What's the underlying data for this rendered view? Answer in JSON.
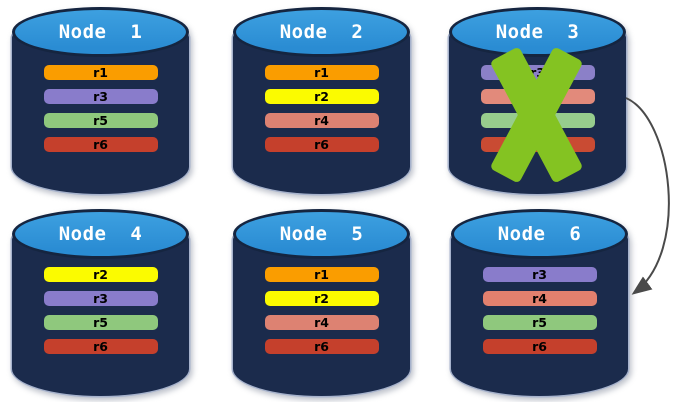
{
  "diagram": {
    "name": "replicated-database-node-failure-diagram",
    "nodes": [
      {
        "label": "Node  1",
        "failed": false,
        "replicas": [
          {
            "label": "r1",
            "color": "#FA9D00"
          },
          {
            "label": "r3",
            "color": "#897CCB"
          },
          {
            "label": "r5",
            "color": "#8FC87D"
          },
          {
            "label": "r6",
            "color": "#C5402C"
          }
        ]
      },
      {
        "label": "Node  2",
        "failed": false,
        "replicas": [
          {
            "label": "r1",
            "color": "#FA9D00"
          },
          {
            "label": "r2",
            "color": "#FBFB00"
          },
          {
            "label": "r4",
            "color": "#DD8272"
          },
          {
            "label": "r6",
            "color": "#C5402C"
          }
        ]
      },
      {
        "label": "Node  3",
        "failed": true,
        "replicas": [
          {
            "label": "r3",
            "color": "#8B80C8"
          },
          {
            "label": "r4",
            "color": "#E28A7B"
          },
          {
            "label": "r5",
            "color": "#97CD8D"
          },
          {
            "label": "r6",
            "color": "#C94B33"
          }
        ]
      },
      {
        "label": "Node  4",
        "failed": false,
        "replicas": [
          {
            "label": "r2",
            "color": "#FBFB00"
          },
          {
            "label": "r3",
            "color": "#897CCB"
          },
          {
            "label": "r5",
            "color": "#8FC87D"
          },
          {
            "label": "r6",
            "color": "#C5402C"
          }
        ]
      },
      {
        "label": "Node  5",
        "failed": false,
        "replicas": [
          {
            "label": "r1",
            "color": "#FA9D00"
          },
          {
            "label": "r2",
            "color": "#FBFB00"
          },
          {
            "label": "r4",
            "color": "#DD8272"
          },
          {
            "label": "r6",
            "color": "#C5402C"
          }
        ]
      },
      {
        "label": "Node  6",
        "failed": false,
        "replicas": [
          {
            "label": "r3",
            "color": "#897CCB"
          },
          {
            "label": "r4",
            "color": "#E2806E"
          },
          {
            "label": "r5",
            "color": "#8FC87D"
          },
          {
            "label": "r6",
            "color": "#C5402C"
          }
        ]
      }
    ],
    "failure_marker": {
      "type": "x-cross",
      "color": "#84C322",
      "on_node": "Node 3"
    },
    "arrow": {
      "from": "Node 3",
      "to": "Node 6",
      "color": "#4A4A4A"
    },
    "colors": {
      "background": "#FFFFFF",
      "cylinder_body": "#1B2B4C",
      "cylinder_top": "#2E92D8",
      "cylinder_outline": "#A6B2CC",
      "ellipse_border": "#152540",
      "title_text": "#FFFFFF",
      "bar_text": "#000000"
    }
  }
}
